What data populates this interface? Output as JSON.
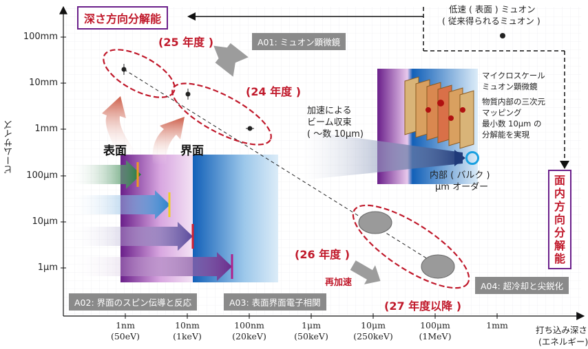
{
  "axes": {
    "y_title": "ビームサイズ",
    "x_title": "打ち込み深さ",
    "x_title_sub": "(エネルギー)",
    "y_ticks": [
      "100mm",
      "10mm",
      "1mm",
      "100μm",
      "10μm",
      "1μm"
    ],
    "x_ticks": [
      {
        "depth": "1nm",
        "energy": "(50eV)"
      },
      {
        "depth": "10nm",
        "energy": "(1keV)"
      },
      {
        "depth": "100nm",
        "energy": "(20keV)"
      },
      {
        "depth": "1μm",
        "energy": "(50keV)"
      },
      {
        "depth": "10μm",
        "energy": "(250keV)"
      },
      {
        "depth": "100μm",
        "energy": "(1MeV)"
      },
      {
        "depth": "1mm",
        "energy": ""
      }
    ]
  },
  "labels": {
    "depth_resolution": "深さ方向分解能",
    "inplane_resolution": "面内方向分解能",
    "low_speed_line1": "低速 ( 表面 ) ミュオン",
    "low_speed_line2": "( 従来得られるミュオン )",
    "surface": "表面",
    "interface": "界面",
    "acceleration_line1": "加速による",
    "acceleration_line2": "ビーム収束",
    "acceleration_line3": "( ～数 10μm)",
    "bulk_line1": "内部 ( バルク )",
    "bulk_line2": "μm オーダー",
    "microscope_line1": "マイクロスケール",
    "microscope_line2": "ミュオン顕微鏡",
    "microscope_line3": "物質内部の三次元",
    "microscope_line4": "マッピング",
    "microscope_line5": "最小数 10μm の",
    "microscope_line6": "分解能を実現",
    "reacceleration": "再加速"
  },
  "years": {
    "y25": "(25 年度 )",
    "y24": "(24 年度 )",
    "y26": "(26 年度 )",
    "y27": "(27 年度以降 )"
  },
  "groups": {
    "a01": "A01: ミュオン顕微鏡",
    "a02": "A02: 界面のスピン伝導と反応",
    "a03": "A03: 表面界面電子相関",
    "a04": "A04: 超冷却と尖鋭化"
  },
  "colors": {
    "accent_red": "#c0182a",
    "box_purple": "#6a1f8a",
    "surface_purple": "#7b2d90",
    "interface_blue": "#1a6fc0",
    "arrow_green": "#1f7a3a"
  }
}
